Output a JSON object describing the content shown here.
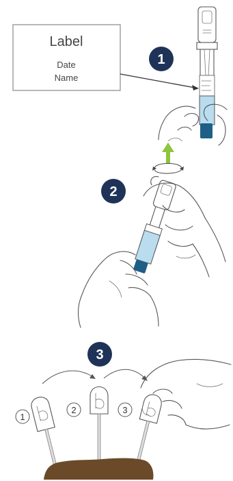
{
  "label_box": {
    "title": "Label",
    "line1": "Date",
    "line2": "Name"
  },
  "steps": [
    {
      "number": "1"
    },
    {
      "number": "2"
    },
    {
      "number": "3"
    }
  ],
  "sequence_markers": [
    "1",
    "2",
    "3"
  ],
  "colors": {
    "badge_navy": "#1f3358",
    "liquid_blue": "#b9dcef",
    "cap_blue": "#1d5f86",
    "arrow_green": "#8cc63f",
    "soil_brown": "#6b4a2a",
    "ink_gray": "#555555"
  }
}
